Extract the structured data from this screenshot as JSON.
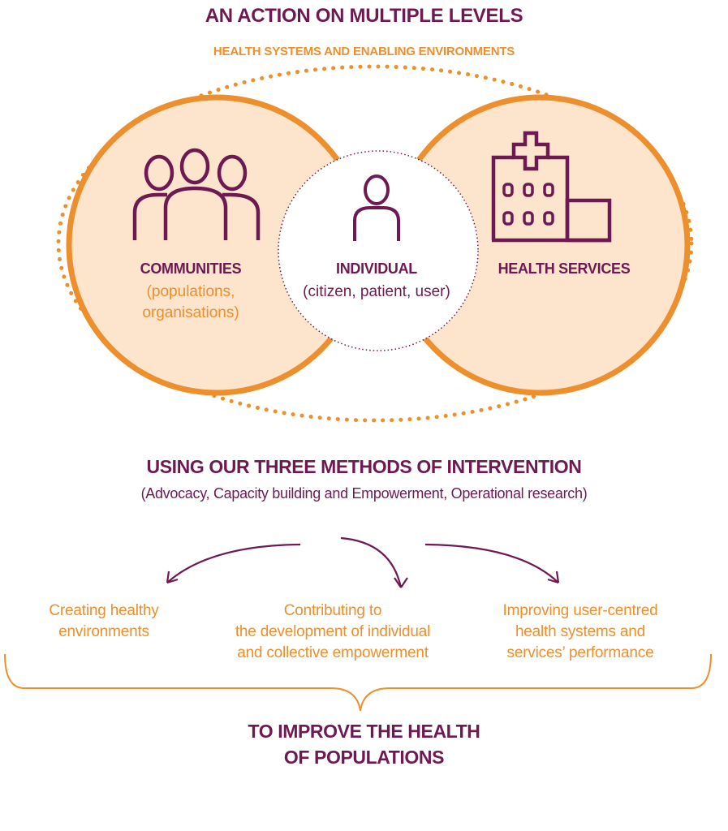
{
  "header": {
    "title": "AN ACTION ON MULTIPLE LEVELS",
    "subtitle": "HEALTH SYSTEMS AND ENABLING ENVIRONMENTS"
  },
  "levels": {
    "communities": {
      "label": "COMMUNITIES",
      "sub_line1": "(populations,",
      "sub_line2": "organisations)"
    },
    "individual": {
      "label": "INDIVIDUAL",
      "sub": "(citizen, patient, user)"
    },
    "health_services": {
      "label": "HEALTH SERVICES"
    }
  },
  "methods": {
    "title": "USING OUR THREE METHODS OF INTERVENTION",
    "subtitle": "(Advocacy, Capacity building and Empowerment, Operational research)"
  },
  "outcomes": [
    {
      "line1": "Creating healthy",
      "line2": "environments",
      "line3": ""
    },
    {
      "line1": "Contributing to",
      "line2": "the development of individual",
      "line3": "and collective empowerment"
    },
    {
      "line1": "Improving user-centred",
      "line2": "health systems and",
      "line3": "services’ performance"
    }
  ],
  "goal": {
    "line1": "TO IMPROVE THE HEALTH",
    "line2": "OF POPULATIONS"
  },
  "colors": {
    "purple": "#6e1a52",
    "orange": "#ec8f2c",
    "peach": "#fde4cd"
  },
  "icons": [
    "people-group-icon",
    "person-icon",
    "hospital-icon",
    "curved-arrow-icon",
    "curly-brace-icon"
  ]
}
